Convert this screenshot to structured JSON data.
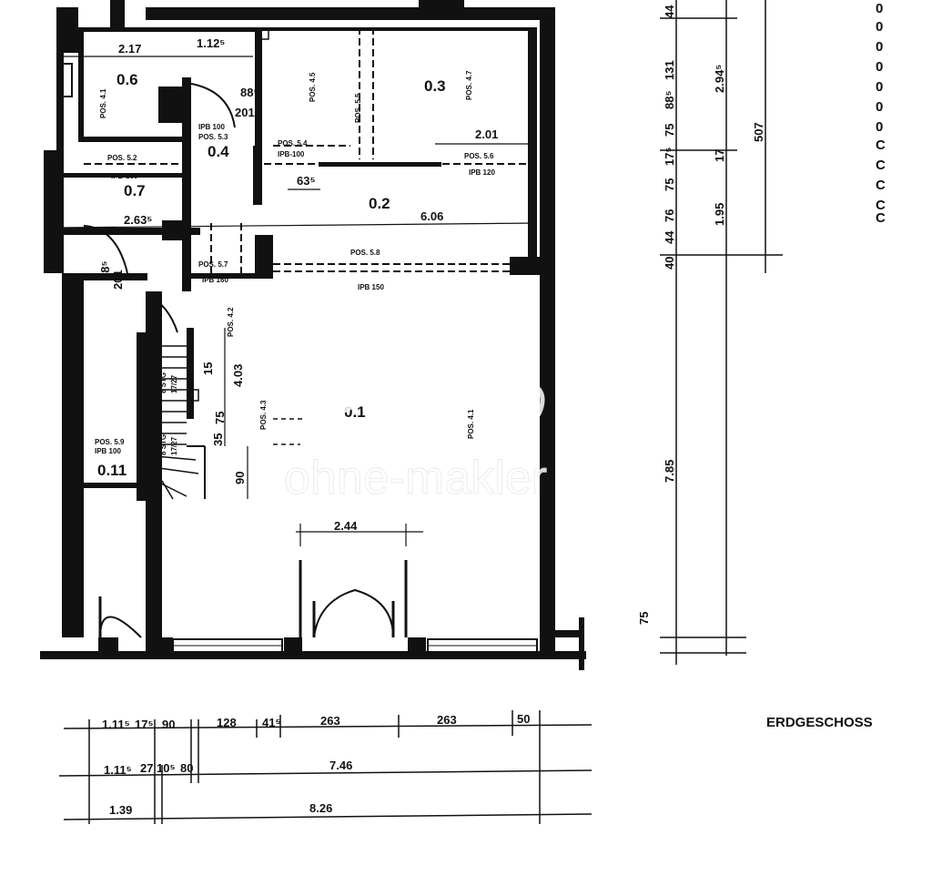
{
  "floor_title": "ERDGESCHOSS",
  "watermark": "ohne-makler",
  "rooms": {
    "r06": "0.6",
    "r03": "0.3",
    "r04": "0.4",
    "r07": "0.7",
    "r02": "0.2",
    "r01": "0.1",
    "r011": "0.11"
  },
  "labels": {
    "ipb100": "IPB 100",
    "ipb100b": "IPB-100",
    "ipb160": "IPB 160",
    "ipb160b": "IPB-160",
    "ipb150": "IPB 150",
    "ipb120": "IPB 120",
    "pos53": "POS. 5.3",
    "pos54": "POS. 5.4",
    "pos55": "POS. 5.5",
    "pos56": "POS. 5.6",
    "pos57": "POS. 5.7",
    "pos58": "POS. 5.8",
    "pos59": "POS. 5.9",
    "pos52": "POS. 5.2",
    "pos41": "POS. 4.1",
    "pos42": "POS. 4.2",
    "pos43": "POS. 4.3",
    "pos45": "POS. 4.5",
    "pos47": "POS. 4.7",
    "stg1": "8 STG",
    "stg2": "8 STG",
    "r1": "17/27",
    "r2": "17/27"
  },
  "dims_inner": {
    "d217": "2.17",
    "d112": "1.12⁵",
    "d885": "88⁵",
    "d201": "201",
    "d201b": "201",
    "d885b": "88⁵",
    "d201c": "2.01",
    "d63": "63⁵",
    "d263": "2.63⁵",
    "d606": "6.06",
    "d403": "4.03",
    "d75": "75",
    "d35": "35",
    "d90": "90",
    "d244": "2.44",
    "d15": "15"
  },
  "dims_bottom": {
    "row1": [
      "1.11⁵",
      "17⁵",
      "90",
      "128",
      "41⁵",
      "263",
      "263",
      "50"
    ],
    "row2": [
      "1.11⁵",
      "27",
      "10⁵",
      "80",
      "7.46"
    ],
    "row3": [
      "1.39",
      "8.26"
    ]
  },
  "dims_right": {
    "a": [
      "44",
      "131",
      "88⁵",
      "75",
      "17⁵",
      "75",
      "76",
      "44",
      "40"
    ],
    "b": [
      "2.94⁵",
      "17",
      "1.95"
    ],
    "c": "507",
    "d": "7.85",
    "e": "75"
  },
  "edge_marks": [
    "0",
    "0",
    "0",
    "0",
    "0",
    "0",
    "0",
    "C",
    "C",
    "C",
    "C",
    "C"
  ]
}
